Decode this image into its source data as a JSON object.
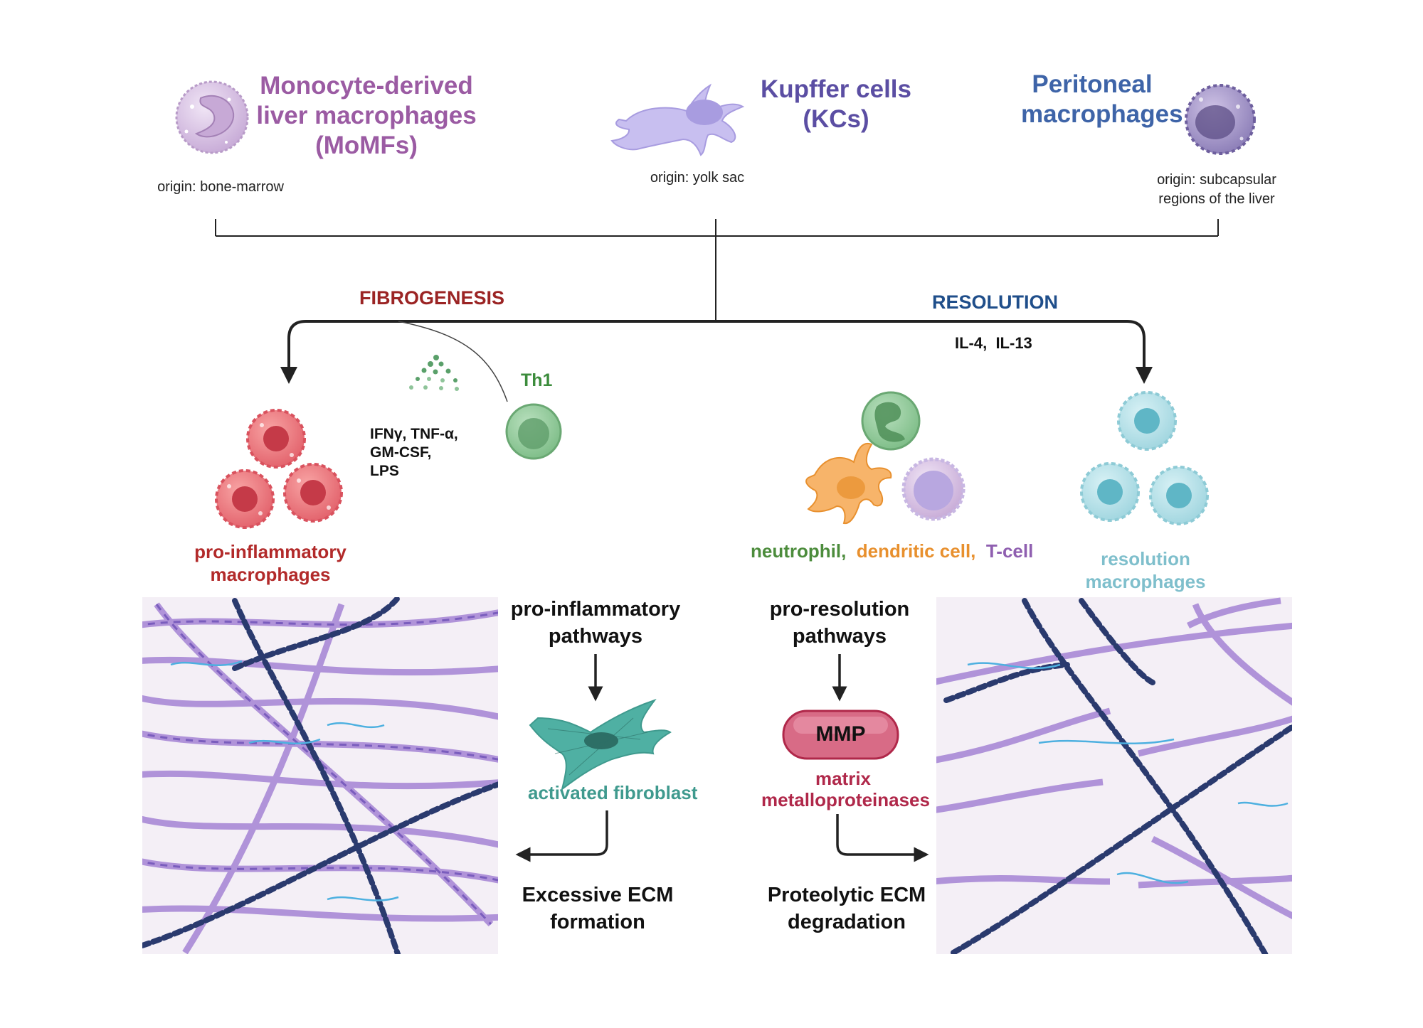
{
  "cell_types": {
    "momf": {
      "title_lines": [
        "Monocyte-derived",
        "liver macrophages",
        "(MoMFs)"
      ],
      "origin": "origin: bone-marrow",
      "color": "#9b5ba3"
    },
    "kc": {
      "title_lines": [
        "Kupffer cells",
        "(KCs)"
      ],
      "origin": "origin: yolk sac",
      "color": "#5b4ea3"
    },
    "peritoneal": {
      "title_lines": [
        "Peritoneal",
        "macrophages"
      ],
      "origin_lines": [
        "origin: subcapsular",
        "regions of the liver"
      ],
      "color": "#3e64a8"
    }
  },
  "branches": {
    "fibrogenesis": {
      "label": "FIBROGENESIS",
      "color": "#9b2424"
    },
    "resolution": {
      "label": "RESOLUTION",
      "color": "#1f4e8a",
      "cytokines": "IL-4,  IL-13"
    }
  },
  "left": {
    "th1": {
      "label": "Th1",
      "color": "#3c8c3c"
    },
    "cytokines_lines": [
      "IFNγ, TNF-α,",
      "GM-CSF,",
      "LPS"
    ],
    "macrophages_lines": [
      "pro-inflammatory",
      "macrophages"
    ],
    "macrophages_color": "#b22a2a",
    "pathways_lines": [
      "pro-inflammatory",
      "pathways"
    ],
    "fibroblast": {
      "label": "activated fibroblast",
      "color": "#3f9a8e"
    },
    "outcome_lines": [
      "Excessive ECM",
      "formation"
    ]
  },
  "right": {
    "cells": [
      {
        "label": "neutrophil,",
        "color": "#4c8c3c"
      },
      {
        "label": "dendritic cell,",
        "color": "#e8902e"
      },
      {
        "label": "T-cell",
        "color": "#8f5fb0"
      }
    ],
    "macrophages_lines": [
      "resolution",
      "macrophages"
    ],
    "macrophages_color": "#7fbfcc",
    "pathways_lines": [
      "pro-resolution",
      "pathways"
    ],
    "mmp": {
      "label": "MMP",
      "caption_lines": [
        "matrix",
        "metalloproteinases"
      ],
      "color": "#b0284a"
    },
    "outcome_lines": [
      "Proteolytic ECM",
      "degradation"
    ]
  },
  "colors": {
    "connector": "#222222",
    "ecm_bg": "#f3eff6",
    "collagen": "#a98ad6",
    "chain": "#2a3a6e"
  }
}
